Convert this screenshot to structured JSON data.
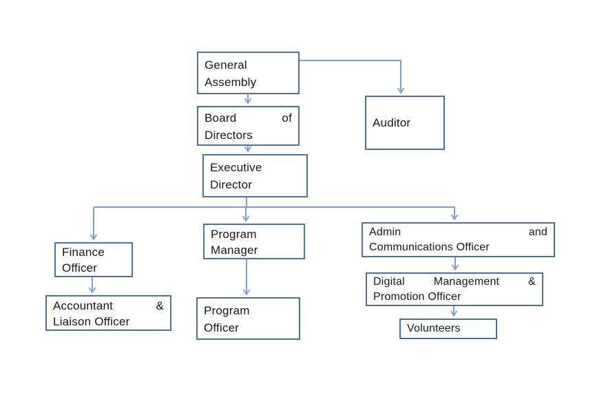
{
  "diagram": {
    "type": "org-chart",
    "colors": {
      "box_border": "#4c6fa0",
      "box_fill": "#ffffff",
      "connector": "#7c9fd0",
      "text": "#161616",
      "background": "#ffffff"
    },
    "nodes": {
      "general_assembly": {
        "lines": [
          "General",
          "Assembly"
        ]
      },
      "board_of_directors": {
        "lines": [
          "Board of",
          "Directors"
        ]
      },
      "executive_director": {
        "lines": [
          "Executive",
          "Director"
        ]
      },
      "auditor": {
        "lines": [
          "Auditor"
        ]
      },
      "finance_officer": {
        "lines": [
          "Finance",
          "Officer"
        ]
      },
      "accountant_liaison": {
        "lines": [
          "Accountant &",
          "Liaison Officer"
        ]
      },
      "program_manager": {
        "lines": [
          "Program",
          "Manager"
        ]
      },
      "program_officer": {
        "lines": [
          "Program",
          "Officer"
        ]
      },
      "admin_communications": {
        "lines": [
          "Admin and",
          "Communications Officer"
        ]
      },
      "digital_promotion": {
        "lines": [
          "Digital Management &",
          "Promotion Officer"
        ]
      },
      "volunteers": {
        "lines": [
          "Volunteers"
        ]
      }
    },
    "edges": [
      {
        "from": "general_assembly",
        "to": "board_of_directors"
      },
      {
        "from": "general_assembly",
        "to": "auditor"
      },
      {
        "from": "board_of_directors",
        "to": "executive_director"
      },
      {
        "from": "executive_director",
        "to": "finance_officer"
      },
      {
        "from": "executive_director",
        "to": "program_manager"
      },
      {
        "from": "executive_director",
        "to": "admin_communications"
      },
      {
        "from": "finance_officer",
        "to": "accountant_liaison"
      },
      {
        "from": "program_manager",
        "to": "program_officer"
      },
      {
        "from": "admin_communications",
        "to": "digital_promotion"
      },
      {
        "from": "digital_promotion",
        "to": "volunteers"
      }
    ]
  }
}
